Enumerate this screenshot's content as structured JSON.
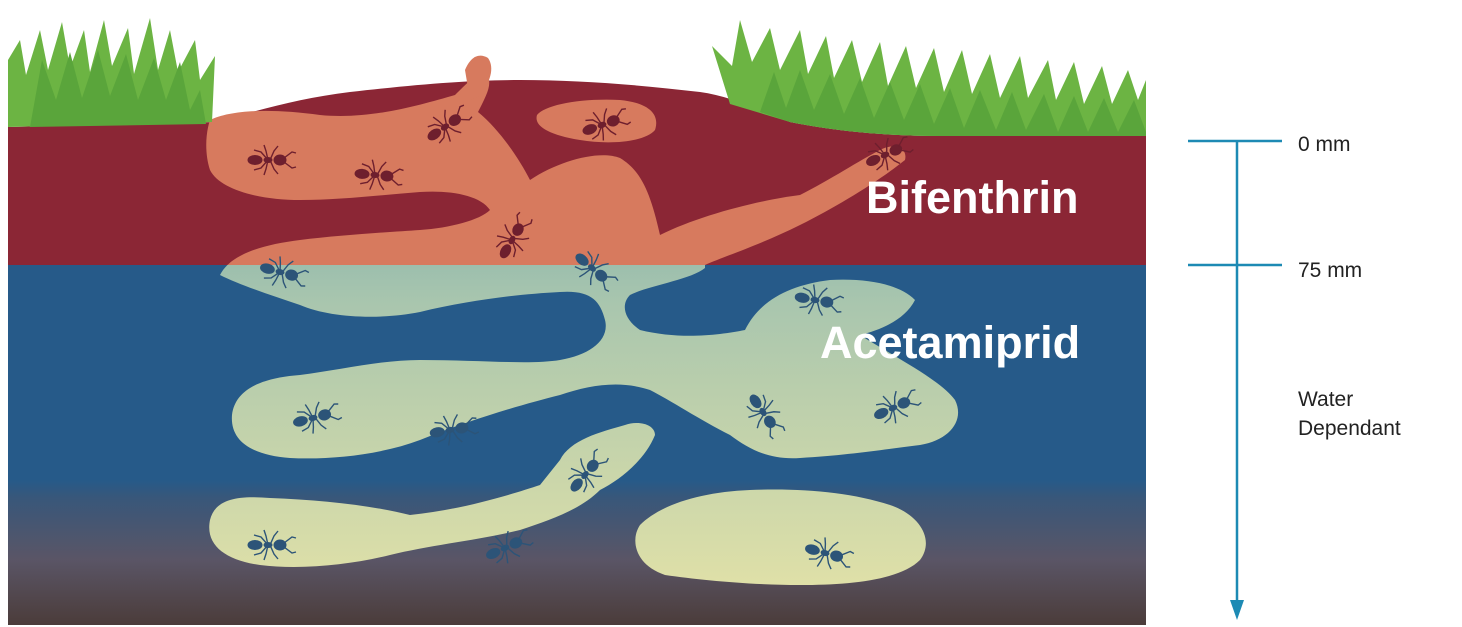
{
  "layers": {
    "top": {
      "label": "Bifenthrin",
      "color": "#8b2635"
    },
    "middle": {
      "label": "Acetamiprid",
      "color": "#265a89"
    }
  },
  "depth_scale": {
    "marks": [
      "0 mm",
      "75 mm"
    ],
    "bottom_label_lines": [
      "Water",
      "Dependant"
    ],
    "color": "#1d8ab4"
  },
  "colors": {
    "grass": "#6cb443",
    "tunnel_top": "#d77a5e",
    "tunnel_middle": "#5e9aa9",
    "tunnel_bottom": "#dfe0a8",
    "ant_top": "#6e1f2e",
    "ant_middle": "#2c5478"
  }
}
